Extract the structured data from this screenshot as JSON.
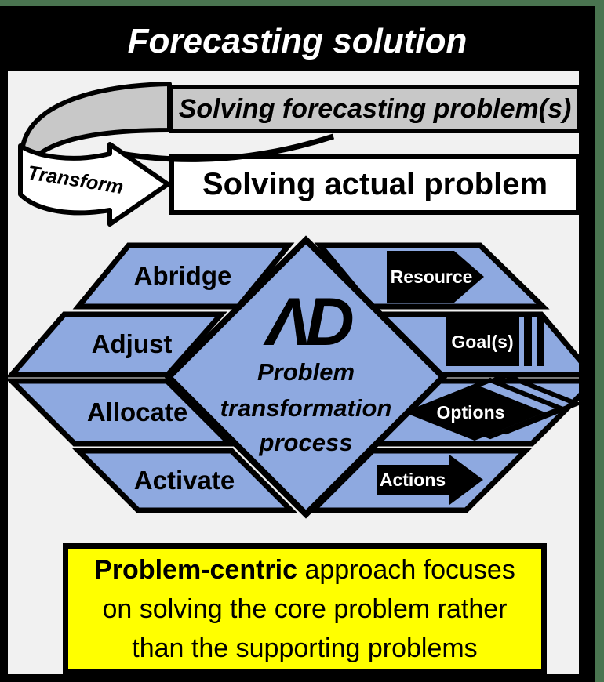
{
  "title": "Forecasting solution",
  "ribbon": {
    "label": "Transform"
  },
  "top_boxes": {
    "forecasting": "Solving forecasting problem(s)",
    "actual": "Solving actual problem"
  },
  "diamond": {
    "logo": "ΛD",
    "line1": "Problem",
    "line2": "transformation",
    "line3": "process"
  },
  "left_steps": [
    "Abridge",
    "Adjust",
    "Allocate",
    "Activate"
  ],
  "right_outputs": [
    "Resource",
    "Goal(s)",
    "Options",
    "Actions"
  ],
  "footer": {
    "lead_bold": "Problem-centric",
    "line1_rest": " approach focuses",
    "line2": "on solving the core problem rather",
    "line3": "than the supporting problems"
  },
  "colors": {
    "accent_blue": "#8EA9E0",
    "background_green": "#4A7450",
    "panel_gray": "#F1F1F1",
    "box_gray": "#C8C8C8",
    "highlight_yellow": "#FFFF00"
  }
}
